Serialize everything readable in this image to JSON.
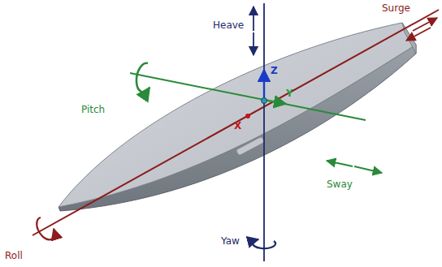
{
  "diagram": {
    "labels": [
      "Heave",
      "Surge",
      "Pitch",
      "Z",
      "Y",
      "X",
      "Sway",
      "Yaw",
      "Roll"
    ]
  }
}
